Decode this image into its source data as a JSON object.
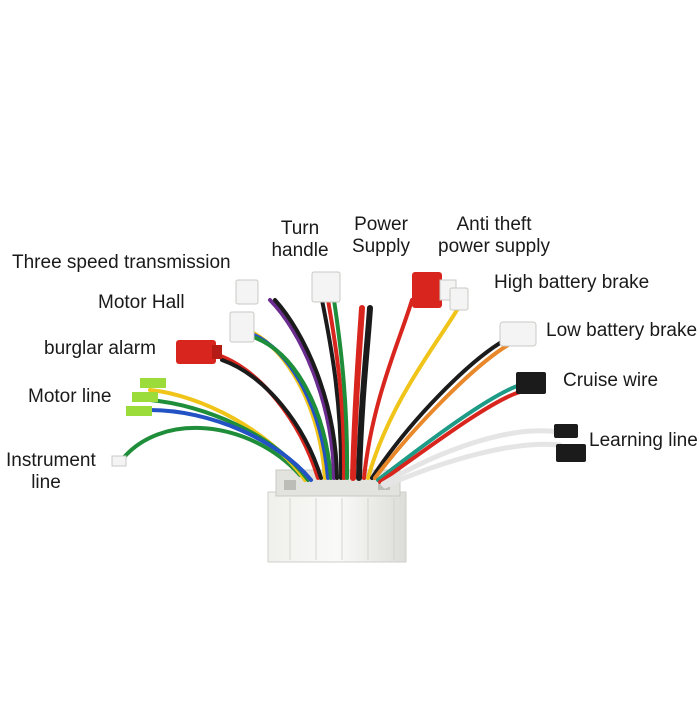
{
  "labels": {
    "turn_handle": [
      "Turn",
      "handle"
    ],
    "power_supply": [
      "Power",
      "Supply"
    ],
    "anti_theft_power_supply": [
      "Anti theft",
      "power supply"
    ],
    "three_speed_transmission": "Three speed transmission",
    "high_battery_brake": "High battery brake",
    "motor_hall": "Motor Hall",
    "low_battery_brake": "Low battery brake",
    "burglar_alarm": "burglar alarm",
    "cruise_wire": "Cruise wire",
    "motor_line": "Motor line",
    "learning_line": "Learning line",
    "instrument_line": [
      "Instrument",
      "line"
    ]
  },
  "colors": {
    "red": "#d8261f",
    "green": "#1f8e3a",
    "blue": "#2352c4",
    "yellow": "#f0c419",
    "black": "#1b1b1b",
    "white": "#f4f4f4",
    "purple": "#6a2c8f",
    "orange": "#e8882a",
    "lime": "#9bdc3a",
    "teal": "#1e9b86",
    "housing": "#e7e7e4"
  }
}
